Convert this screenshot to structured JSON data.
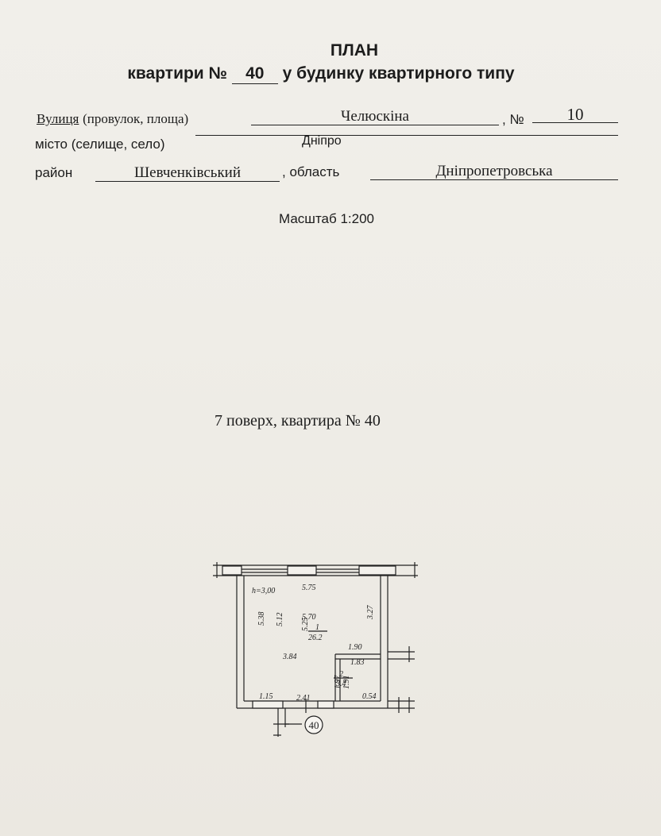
{
  "title": "ПЛАН",
  "subtitle": {
    "prefix": "квартири №",
    "apartment_number": "40",
    "suffix": "у будинку квартирного типу"
  },
  "fields": {
    "street_label": "Вулиця",
    "street_label_extra": "(провулок, площа)",
    "street_value": "Челюскіна",
    "number_label": ", №",
    "number_value": "10",
    "city_label": "місто (селище, село)",
    "city_value": "Дніпро",
    "district_label": "район",
    "district_value": "Шевченківський",
    "region_label": ",   область",
    "region_value": "Дніпропетровська"
  },
  "scale": "Масштаб 1:200",
  "floor_caption": "7  поверх, квартира № 40",
  "plan": {
    "circle_label": "40",
    "ceiling_height": "h=3,00",
    "dim_top": "5.75",
    "dim_room_width": "5.70",
    "dim_right": "3.27",
    "dim_left_outer": "5.38",
    "dim_left_inner": "5.12",
    "dim_room_depth": "5.25",
    "room1_number": "1",
    "room1_area": "26.2",
    "dim_partition": "1.90",
    "dim_lower_left": "3.84",
    "dim_bath_width": "1.83",
    "dim_bath_inner": "1.91",
    "dim_bath_outer": "1.97",
    "room2_number": "2",
    "room2_area": "3.4",
    "dim_bottom_left": "1.15",
    "dim_door": "2.41",
    "dim_bottom_right": "0.54"
  }
}
